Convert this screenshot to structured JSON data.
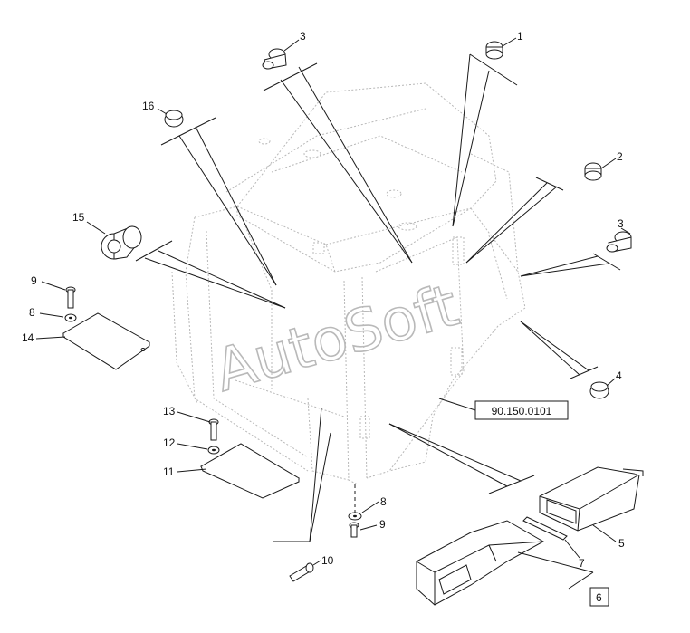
{
  "watermark": "AutoSoft",
  "reference_code": "90.150.0101",
  "callouts": [
    {
      "id": "c1",
      "text": "1"
    },
    {
      "id": "c2",
      "text": "2"
    },
    {
      "id": "c3a",
      "text": "3"
    },
    {
      "id": "c3b",
      "text": "3"
    },
    {
      "id": "c4",
      "text": "4"
    },
    {
      "id": "c5",
      "text": "5"
    },
    {
      "id": "c6",
      "text": "6"
    },
    {
      "id": "c7",
      "text": "7"
    },
    {
      "id": "c8a",
      "text": "8"
    },
    {
      "id": "c8b",
      "text": "8"
    },
    {
      "id": "c9a",
      "text": "9"
    },
    {
      "id": "c9b",
      "text": "9"
    },
    {
      "id": "c10",
      "text": "10"
    },
    {
      "id": "c11",
      "text": "11"
    },
    {
      "id": "c12",
      "text": "12"
    },
    {
      "id": "c13",
      "text": "13"
    },
    {
      "id": "c14",
      "text": "14"
    },
    {
      "id": "c15",
      "text": "15"
    },
    {
      "id": "c16",
      "text": "16"
    }
  ]
}
